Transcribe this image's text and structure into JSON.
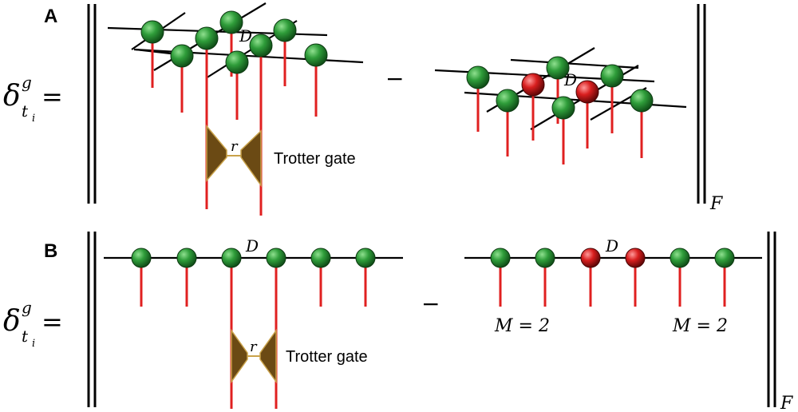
{
  "panels": {
    "a": {
      "label": "A",
      "gate_caption": "Trotter gate",
      "bond_label": "D",
      "gate_label": "r",
      "norm_subscript": "F"
    },
    "b": {
      "label": "B",
      "gate_caption": "Trotter gate",
      "bond_label": "D",
      "gate_label": "r",
      "norm_subscript": "F",
      "m_label": "M = 2"
    }
  },
  "lhs": {
    "symbol": "δ",
    "superscript": "g",
    "subscript": "t",
    "subsubscript": "i",
    "equals": "="
  },
  "minus": "−",
  "colors": {
    "green_node": "#2e9a3c",
    "red_node": "#d81e1e",
    "physical_leg": "#e02020",
    "bond_line": "#000000",
    "gate_fill": "#6b4a14",
    "gate_edge": "#c9a24a"
  }
}
